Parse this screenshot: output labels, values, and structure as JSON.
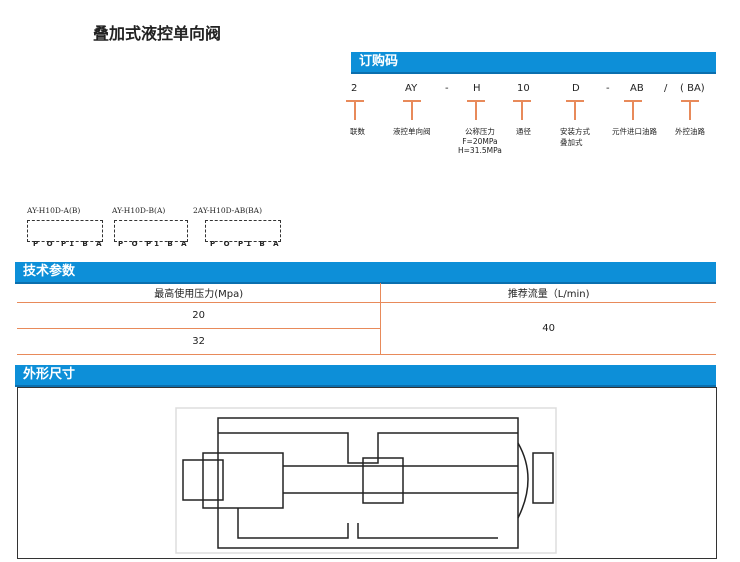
{
  "title": "叠加式液控单向阀",
  "order": {
    "heading": "订购码",
    "codes": [
      "2",
      "AY",
      "-",
      "H",
      "10",
      "D",
      "-",
      "AB",
      "/",
      "( BA)"
    ],
    "labels": [
      "联数",
      "液控单向阀",
      "公称压力",
      "通径",
      "安装方式",
      "元件进口油路",
      "外控油路"
    ],
    "pressure_notes": [
      "F=20MPa",
      "H=31.5MPa"
    ],
    "mount_note": "叠加式"
  },
  "models": [
    {
      "name": "AY-H10D-A(B)",
      "ports": "P O P1 B A"
    },
    {
      "name": "AY-H10D-B(A)",
      "ports": "P O P1 B A"
    },
    {
      "name": "2AY-H10D-AB(BA)",
      "ports": "P O P1 B A"
    }
  ],
  "tech": {
    "heading": "技术参数",
    "headers": [
      "最高使用压力(Mpa)",
      "推荐流量（L/min)"
    ],
    "pressures": [
      "20",
      "32"
    ],
    "flow": "40"
  },
  "dims": {
    "heading": "外形尺寸"
  }
}
